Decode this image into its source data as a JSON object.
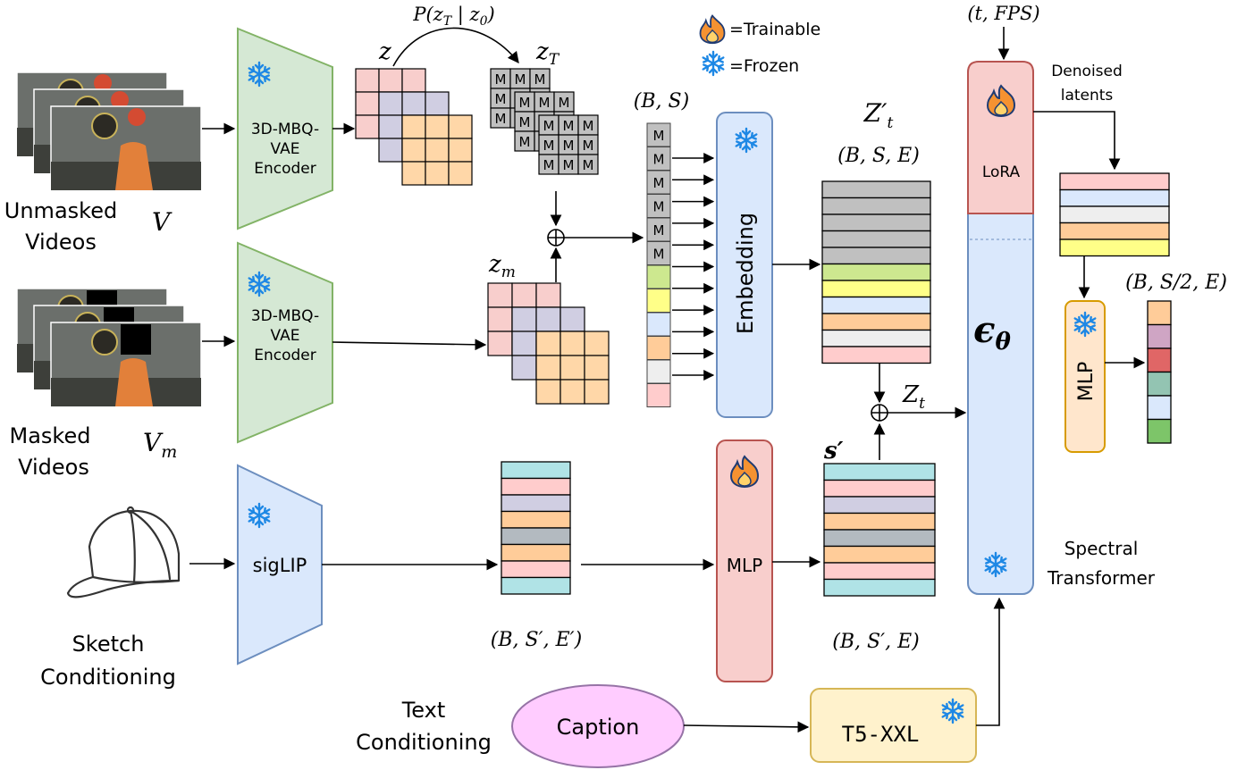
{
  "legend": {
    "trainable": "=Trainable",
    "frozen": "=Frozen"
  },
  "inputs": {
    "unmasked_label": [
      "Unmasked",
      "Videos"
    ],
    "unmasked_symbol": "V",
    "masked_label": [
      "Masked",
      "Videos"
    ],
    "masked_symbol": "V",
    "masked_symbol_sub": "m",
    "sketch_label": [
      "Sketch",
      "Conditioning"
    ],
    "text_label": [
      "Text",
      "Conditioning"
    ]
  },
  "encoders": {
    "vae_top": [
      "3D-MBQ-",
      "VAE",
      "Encoder"
    ],
    "vae_bottom": [
      "3D-MBQ-",
      "VAE",
      "Encoder"
    ],
    "siglip": "sigLIP"
  },
  "latents": {
    "z": "z",
    "zT": "z",
    "zT_sub": "T",
    "zm": "z",
    "zm_sub": "m",
    "transition": "P(z",
    "transition_full": "P(z_T | z_0)",
    "mask_token": "M",
    "tokens_shape": "(B, S)"
  },
  "embedding": {
    "label": "Embedding",
    "zt_prime": "Z′",
    "zt_prime_sub": "t",
    "zt_prime_shape": "(B, S, E)",
    "zt": "Z",
    "zt_sub": "t"
  },
  "sketch_branch": {
    "siglip_shape": "(B, S′, E′)",
    "mlp": "MLP",
    "s_prime": "s′",
    "s_shape": "(B, S′, E)"
  },
  "caption": {
    "label": "Caption",
    "t5": "T5-XXL"
  },
  "transformer": {
    "cond": "(t, FPS)",
    "lora": "LoRA",
    "eps": "ϵ",
    "eps_sub": "θ",
    "name": [
      "Spectral",
      "Transformer"
    ]
  },
  "output": {
    "denoised": [
      "Denoised",
      "latents"
    ],
    "mlp": "MLP",
    "shape": "(B, S/2, E)"
  },
  "colors": {
    "vae_fill": "#d5e8d4",
    "vae_stroke": "#82b366",
    "siglip_fill": "#dae8fc",
    "siglip_stroke": "#6c8ebf",
    "mlp_red_fill": "#f8cecc",
    "mlp_red_stroke": "#b85450",
    "lora_fill": "#f8cecc",
    "t5_fill": "#fff2cc",
    "t5_stroke": "#d6b656",
    "caption_fill": "#ffccff",
    "mlp_yellow_fill": "#ffe6cc",
    "mlp_yellow_stroke": "#d79b00",
    "mask_gray": "#c0c0c0"
  }
}
